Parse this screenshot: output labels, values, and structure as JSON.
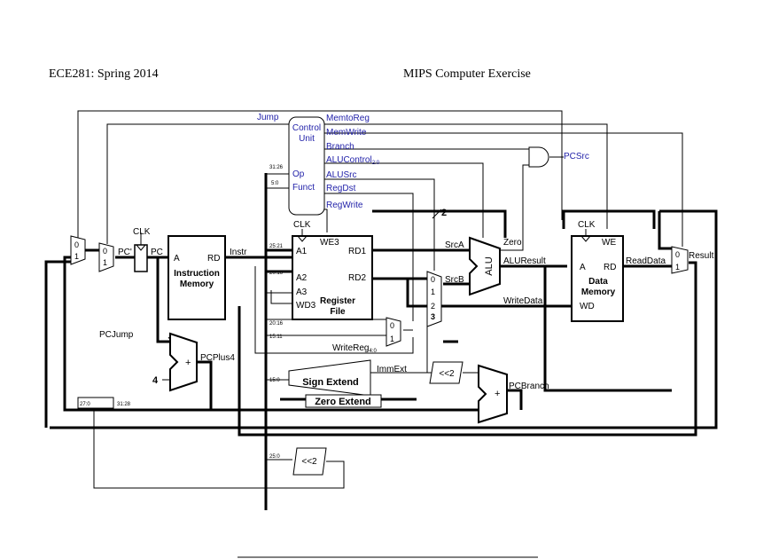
{
  "header": {
    "left": "ECE281: Spring 2014",
    "right": "MIPS Computer Exercise"
  },
  "control": {
    "title_line1": "Control",
    "title_line2": "Unit",
    "op": "Op",
    "funct": "Funct",
    "outputs": [
      "MemtoReg",
      "MemWrite",
      "Branch",
      "ALUControl",
      "ALUSrc",
      "RegDst",
      "RegWrite"
    ],
    "alucontrol_sub": "2:0",
    "jump": "Jump"
  },
  "signals": {
    "pcsrc": "PCSrc",
    "clk": "CLK",
    "pc_prime": "PC'",
    "pc": "PC",
    "instr": "Instr",
    "srca": "SrcA",
    "srcb": "SrcB",
    "zero": "Zero",
    "aluresult": "ALUResult",
    "writedata": "WriteData",
    "readdata": "ReadData",
    "result": "Result",
    "pcjump": "PCJump",
    "pcplus4": "PCPlus4",
    "pcbranch": "PCBranch",
    "immext": "ImmExt",
    "writereg": "WriteReg",
    "writereg_sub": "4:0",
    "four": "4",
    "two": "2"
  },
  "instruction_memory": {
    "a": "A",
    "rd": "RD",
    "title1": "Instruction",
    "title2": "Memory"
  },
  "register_file": {
    "we3": "WE3",
    "a1": "A1",
    "a2": "A2",
    "a3": "A3",
    "wd3": "WD3",
    "rd1": "RD1",
    "rd2": "RD2",
    "title1": "Register",
    "title2": "File"
  },
  "data_memory": {
    "we": "WE",
    "a": "A",
    "rd": "RD",
    "wd": "WD",
    "title1": "Data",
    "title2": "Memory"
  },
  "alu": {
    "label": "ALU"
  },
  "blocks": {
    "sign_extend": "Sign Extend",
    "zero_extend": "Zero Extend",
    "shift2": "<<2",
    "plus": "+"
  },
  "fields": {
    "f3126": "31:26",
    "f50": "5:0",
    "f2521": "25:21",
    "f2016": "20:16",
    "f2016b": "20:16",
    "f1511": "15:11",
    "f150": "15:0",
    "f270": "27:0",
    "f3128": "31:28",
    "f250": "25:0"
  },
  "mux": {
    "zero": "0",
    "one": "1",
    "two": "2",
    "three": "3"
  }
}
